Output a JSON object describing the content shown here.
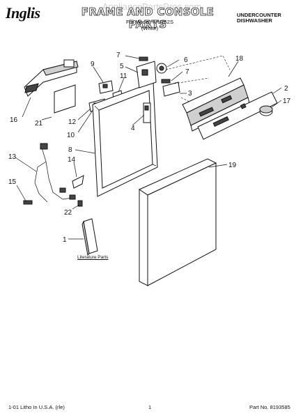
{
  "header": {
    "brand": "Inglis",
    "watermark": "AppliancePartsPros.com",
    "title": "FRAME AND CONSOLE PARTS",
    "model_line": "For Model: IVU252S",
    "color_line": "(White)",
    "product_line_1": "UNDERCOUNTER",
    "product_line_2": "DISHWASHER"
  },
  "literature_label": "Literature Parts",
  "callouts": [
    "1",
    "2",
    "3",
    "4",
    "5",
    "6",
    "7",
    "7",
    "8",
    "9",
    "10",
    "11",
    "12",
    "13",
    "14",
    "15",
    "16",
    "17",
    "18",
    "19",
    "21",
    "22"
  ],
  "footer": {
    "left": "1-01 Litho In U.S.A. (rle)",
    "page": "1",
    "part_no": "Part No. 8193585"
  }
}
